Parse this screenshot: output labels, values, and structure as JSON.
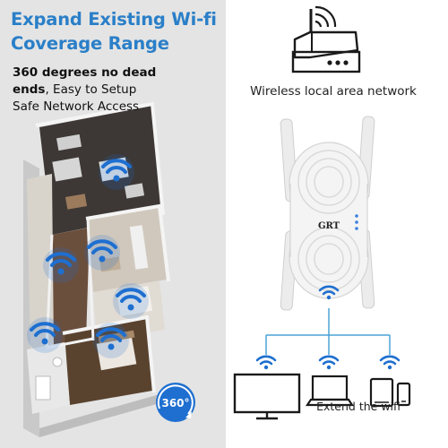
{
  "headline": {
    "line1": "Expand Existing Wi-fi",
    "line2": "Coverage Range"
  },
  "features": {
    "line1_bold": "360 degrees no dead",
    "line2_bold": "ends",
    "line2_rest": ", Easy to Setup",
    "line3": "Safe Network Access"
  },
  "router_label": "Wireless local area network",
  "device_brand": "GRT",
  "badge_text": "360°",
  "extend_label": "Extend the wifi",
  "colors": {
    "accent_blue": "#2a7fc8",
    "wifi_blue": "#1e6fd0",
    "connector_line": "#4aa3d6",
    "left_bg": "#e4e4e4"
  },
  "icons": [
    "router-icon",
    "wifi-icon",
    "monitor-icon",
    "laptop-icon",
    "tablet-icon",
    "phone-icon",
    "rotate-360-icon"
  ]
}
